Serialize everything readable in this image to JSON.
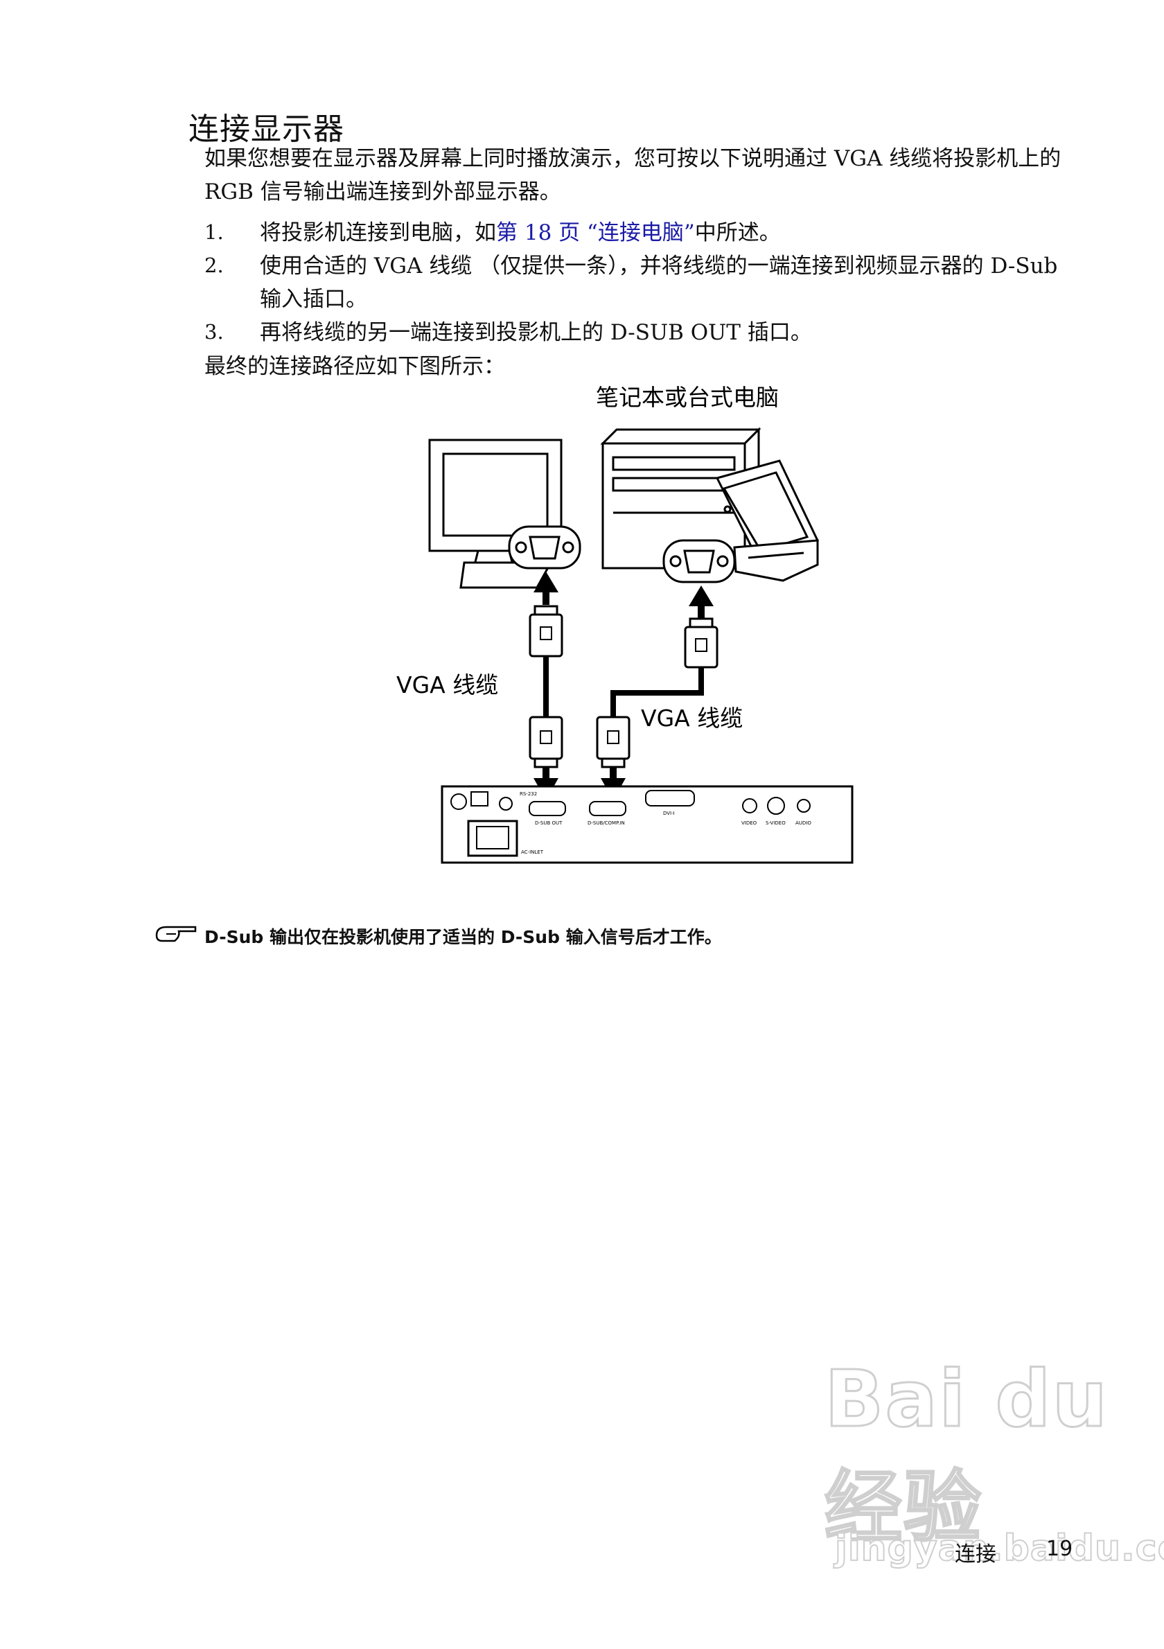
{
  "heading": "连接显示器",
  "intro": "如果您想要在显示器及屏幕上同时播放演示，您可按以下说明通过 VGA 线缆将投影机上的 RGB 信号输出端连接到外部显示器。",
  "steps": [
    {
      "num": "1.",
      "pre": "将投影机连接到电脑，如",
      "link": "第 18 页 “连接电脑”",
      "post": "中所述。"
    },
    {
      "num": "2.",
      "text": "使用合适的 VGA 线缆 （仅提供一条），并将线缆的一端连接到视频显示器的 D-Sub 输入插口。"
    },
    {
      "num": "3.",
      "text": "再将线缆的另一端连接到投影机上的 D-SUB OUT 插口。"
    }
  ],
  "summary": "最终的连接路径应如下图所示：",
  "diagram": {
    "computer_label": "笔记本或台式电脑",
    "cable_label_left": "VGA 线缆",
    "cable_label_right": "VGA 线缆",
    "ports": {
      "rs232": "RS-232",
      "dsub_out": "D-SUB OUT",
      "dsub_in": "D-SUB/COMP.IN",
      "dvi": "DVI-I",
      "video": "VIDEO",
      "svideo": "S-VIDEO",
      "audio": "AUDIO",
      "ac_inlet": "AC-INLET"
    }
  },
  "note": "D-Sub 输出仅在投影机使用了适当的 D-Sub 输入信号后才工作。",
  "footer": {
    "section": "连接",
    "page": "19"
  },
  "watermark": {
    "brand": "Bai du 经验",
    "url": "jingyan.baidu.com"
  }
}
